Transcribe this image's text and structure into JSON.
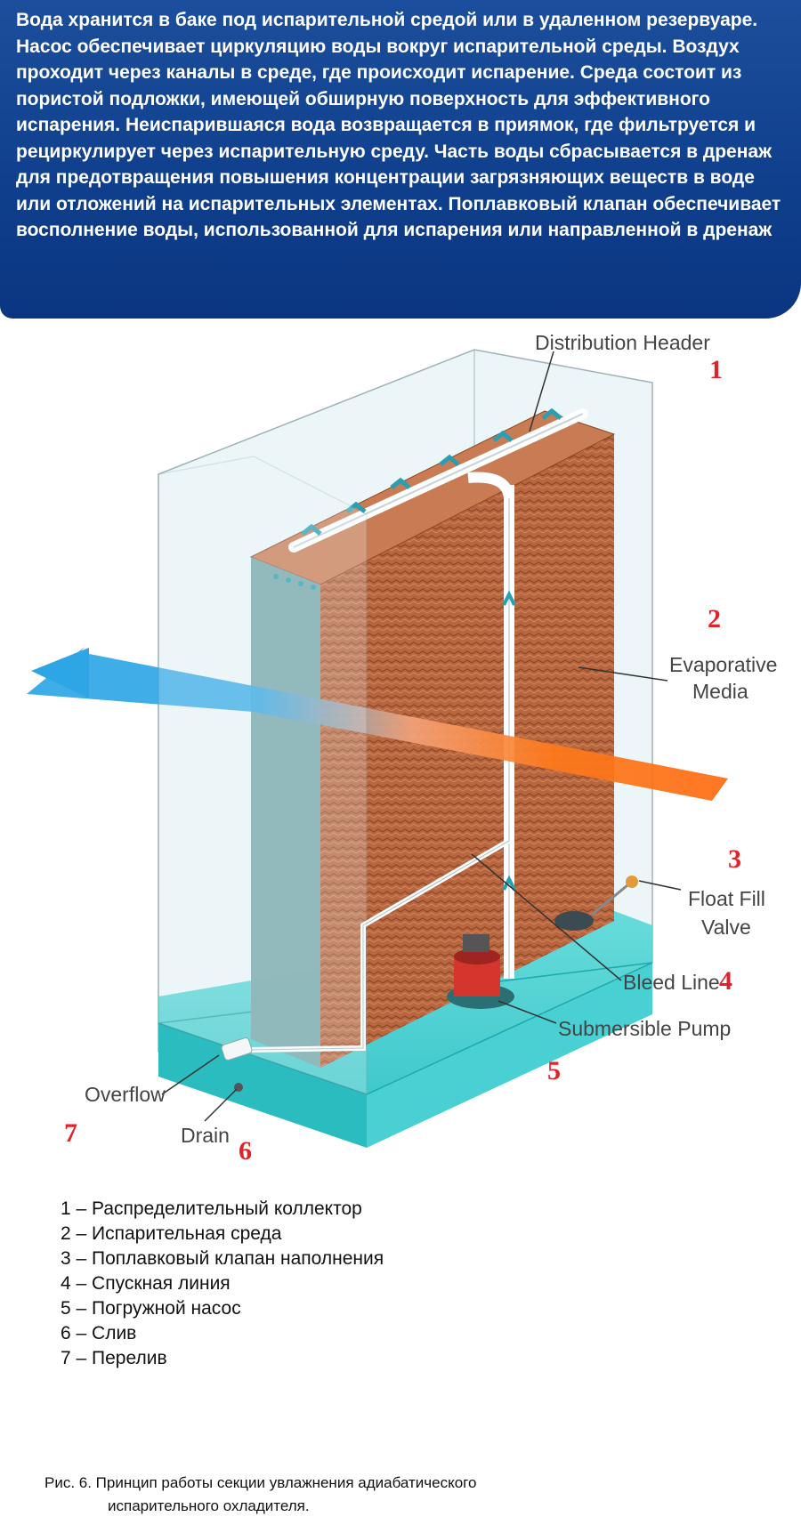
{
  "intro_text": "Вода хранится в баке под испарительной средой или в удаленном резервуаре. Насос обеспечивает циркуляцию воды вокруг испарительной среды. Воздух проходит через каналы в среде, где происходит испарение. Среда состоит из пористой подложки, имеющей обширную поверхность для эффективного испарения. Неиспарившаяся вода возвращается в приямок, где фильтруется и рециркулирует через испарительную среду. Часть воды сбрасывается в дренаж для предотвращения повышения концентрации загрязняющих веществ в воде или отложений на испарительных элементах. Поплавковый клапан обеспечивает восполнение воды, использованной для испарения или направленной в дренаж",
  "diagram": {
    "labels": {
      "distribution_header": "Distribution Header",
      "evaporative_media_1": "Evaporative",
      "evaporative_media_2": "Media",
      "float_fill_valve_1": "Float Fill",
      "float_fill_valve_2": "Valve",
      "bleed_line": "Bleed Line",
      "submersible_pump": "Submersible Pump",
      "overflow": "Overflow",
      "drain": "Drain"
    },
    "numbers": {
      "n1": "1",
      "n2": "2",
      "n3": "3",
      "n4": "4",
      "n5": "5",
      "n6": "6",
      "n7": "7"
    },
    "colors": {
      "media": "#b5623a",
      "air_in": "#ff7a1a",
      "air_out": "#2ea6e6",
      "tank_water": "#3ccfd0",
      "pump": "#d4352c"
    }
  },
  "legend": [
    "1 – Распределительный коллектор",
    "2 – Испарительная среда",
    "3 – Поплавковый клапан наполнения",
    "4 – Спускная линия",
    "5 – Погружной насос",
    "6 – Слив",
    "7 – Перелив"
  ],
  "caption": {
    "line1": "Рис. 6. Принцип работы секции увлажнения адиабатического",
    "line2": "испарительного охладителя."
  }
}
